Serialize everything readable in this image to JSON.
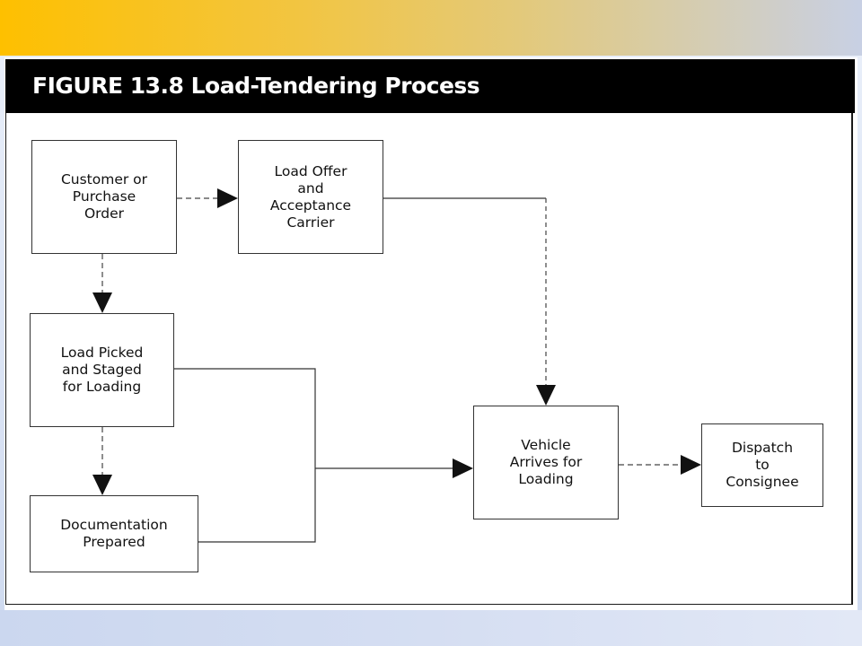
{
  "figure": {
    "title": "FIGURE 13.8  Load-Tendering Process"
  },
  "diagram": {
    "nodes": {
      "customer_order": "Customer or\nPurchase\nOrder",
      "load_offer": "Load Offer\nand\nAcceptance\nCarrier",
      "load_picked": "Load Picked\nand Staged\nfor Loading",
      "documentation": "Documentation\nPrepared",
      "vehicle_arrives": "Vehicle\nArrives for\nLoading",
      "dispatch": "Dispatch\nto\nConsignee"
    },
    "edges": [
      {
        "from": "customer_order",
        "to": "load_offer"
      },
      {
        "from": "customer_order",
        "to": "load_picked"
      },
      {
        "from": "load_picked",
        "to": "documentation"
      },
      {
        "from": "load_offer",
        "to": "vehicle_arrives"
      },
      {
        "from": "load_picked",
        "to": "vehicle_arrives"
      },
      {
        "from": "documentation",
        "to": "vehicle_arrives"
      },
      {
        "from": "vehicle_arrives",
        "to": "dispatch"
      }
    ]
  },
  "colors": {
    "slide_top_left": "#fec000",
    "slide_top_right": "#c8d0e4",
    "header_band": "#000000",
    "header_text": "#ffffff",
    "line": "#333333"
  }
}
